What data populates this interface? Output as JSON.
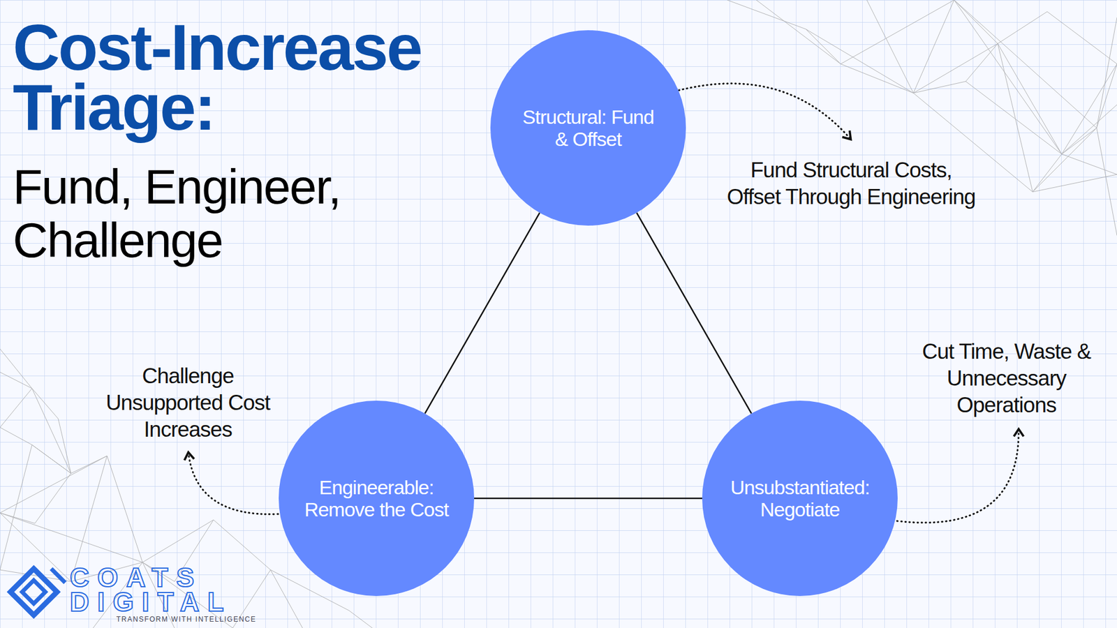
{
  "diagram": {
    "title": "Cost-Increase Triage:",
    "nodes": [
      {
        "text": [
          "Structural: Fund & Offset"
        ]
      },
      {
        "text": [
          "Engineerable: Remove the Cost"
        ]
      },
      {
        "text": [
          "Unsubstantiated: Negotiate"
        ]
      }
    ],
    "edges": [
      {
        "from": 0,
        "to": 1,
        "arrow": "none"
      },
      {
        "from": 0,
        "to": 2,
        "arrow": "none"
      },
      {
        "from": 1,
        "to": 2,
        "arrow": "none"
      }
    ],
    "labels": [
      "Fund, Engineer, Challenge",
      "Fund Structural Costs, Offset Through Engineering",
      "Challenge Unsupported Cost Increases",
      "Cut Time, Waste & Unnecessary Operations",
      "COATS DIGITAL",
      "TRANSFORM WITH INTELLIGENCE"
    ]
  }
}
